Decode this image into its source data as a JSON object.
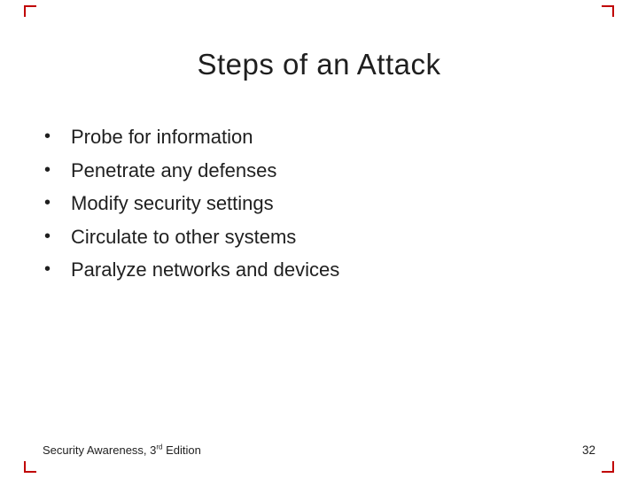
{
  "slide": {
    "title": "Steps of an Attack",
    "bullet_glyph": "•",
    "bullets": [
      "Probe for information",
      "Penetrate any defenses",
      "Modify security settings",
      "Circulate to other systems",
      "Paralyze networks and devices"
    ],
    "footer": {
      "text_prefix": "Security Awareness, 3",
      "superscript": "rd",
      "text_suffix": " Edition"
    },
    "page_number": "32"
  },
  "colors": {
    "corner_mark": "#c00000",
    "text": "#1f1f1f",
    "background": "#ffffff"
  }
}
